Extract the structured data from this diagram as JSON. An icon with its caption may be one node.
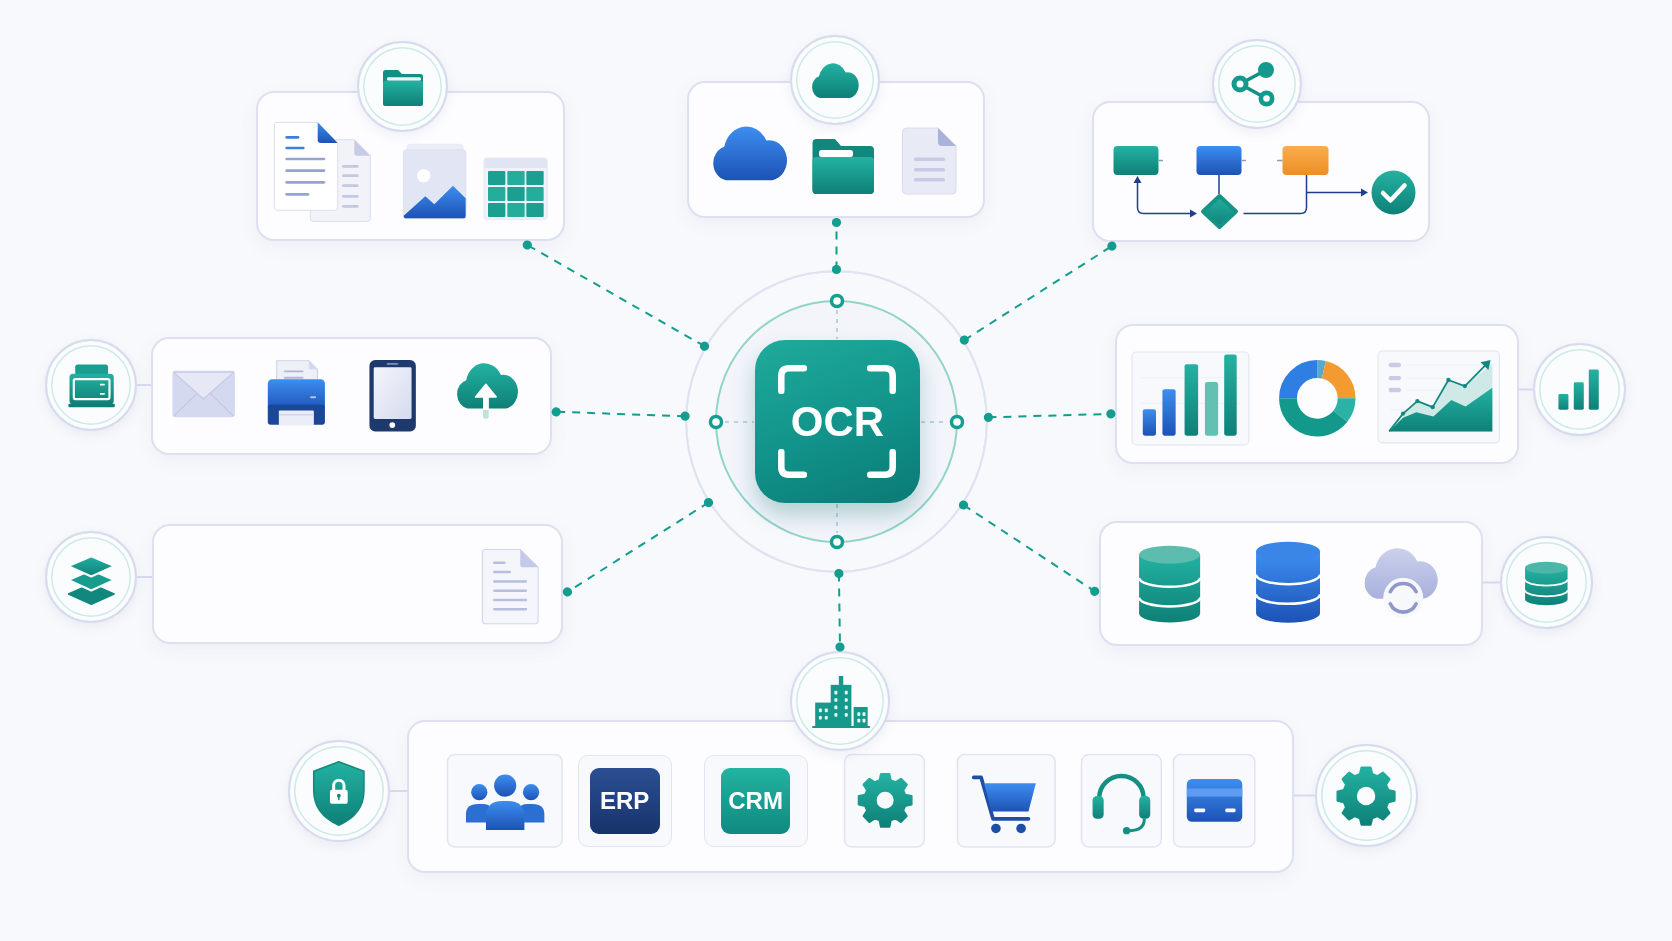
{
  "diagram": {
    "nodes": [
      {
        "text": [],
        "shape": "box"
      },
      {
        "text": [],
        "shape": "circle"
      },
      {
        "text": [],
        "shape": "box"
      },
      {
        "text": [],
        "shape": "circle"
      },
      {
        "text": [],
        "shape": "box"
      },
      {
        "text": [],
        "shape": "circle"
      },
      {
        "text": [],
        "shape": "circle"
      },
      {
        "text": [],
        "shape": "box"
      },
      {
        "text": [],
        "shape": "circle"
      },
      {
        "text": [
          "OCR"
        ],
        "in": 8
      },
      {
        "text": [],
        "shape": "box"
      },
      {
        "text": [],
        "shape": "circle"
      },
      {
        "text": [],
        "shape": "circle"
      },
      {
        "text": [],
        "shape": "box"
      },
      {
        "text": [],
        "shape": "box"
      },
      {
        "text": [],
        "shape": "circle"
      },
      {
        "text": [],
        "shape": "circle"
      },
      {
        "text": [],
        "shape": "circle"
      },
      {
        "text": [],
        "shape": "box"
      },
      {
        "text": [
          "ERP"
        ],
        "in": 18
      },
      {
        "text": [
          "CRM"
        ],
        "in": 18
      },
      {
        "text": [],
        "shape": "circle"
      }
    ],
    "edges": [
      {
        "from": 8,
        "to": 0,
        "arrow": "other",
        "style": "dashed"
      },
      {
        "from": 8,
        "to": 2,
        "arrow": "other",
        "style": "dashed"
      },
      {
        "from": 8,
        "to": 4,
        "arrow": "other",
        "style": "dashed"
      },
      {
        "from": 8,
        "to": 7,
        "arrow": "other",
        "style": "dashed"
      },
      {
        "from": 8,
        "to": 10,
        "arrow": "other",
        "style": "dashed"
      },
      {
        "from": 8,
        "to": 13,
        "arrow": "other",
        "style": "dashed"
      },
      {
        "from": 8,
        "to": 14,
        "arrow": "other",
        "style": "dashed"
      },
      {
        "from": 8,
        "to": 16,
        "arrow": "other",
        "style": "dashed"
      },
      {
        "from": 6,
        "to": 7,
        "arrow": "none",
        "color": "#d5d9ee"
      },
      {
        "from": 10,
        "to": 11,
        "arrow": "none",
        "color": "#d5d9ee"
      },
      {
        "from": 12,
        "to": 13,
        "arrow": "none",
        "color": "#d5d9ee"
      },
      {
        "from": 14,
        "to": 15,
        "arrow": "none",
        "color": "#d5d9ee"
      },
      {
        "from": 17,
        "to": 18,
        "arrow": "none",
        "color": "#d5d9ee"
      },
      {
        "from": 18,
        "to": 21,
        "arrow": "none",
        "color": "#d5d9ee"
      }
    ]
  }
}
